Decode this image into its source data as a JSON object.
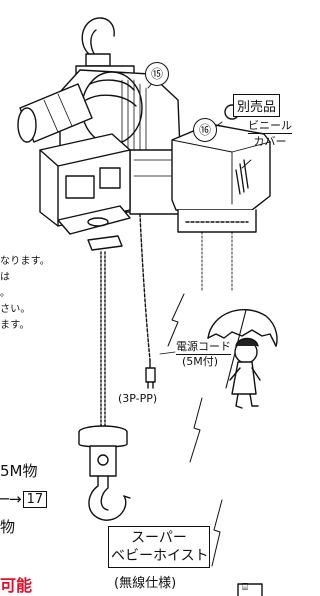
{
  "callouts": {
    "hoist_number": "⑮",
    "cover_number": "⑯"
  },
  "optional_badge": "別売品",
  "cover_label": [
    "ビニール",
    "カバー"
  ],
  "cord_label": [
    "電源コード",
    "(5M付)"
  ],
  "plug_label": "(3P-PP)",
  "left_notes": [
    "なります。",
    "は",
    "。",
    "さい。",
    "ます。"
  ],
  "left_spec_1": "5M物",
  "page_ref_arrow": "─→",
  "page_ref_number": "17",
  "left_spec_2": "物",
  "red_text": "可能",
  "product_name": [
    "スーパー",
    "ベビーホイスト"
  ],
  "product_variant": "(無線仕様)",
  "bottom_glyph": "⌸",
  "colors": {
    "red_accent": "#e0102a",
    "line": "#111111"
  }
}
